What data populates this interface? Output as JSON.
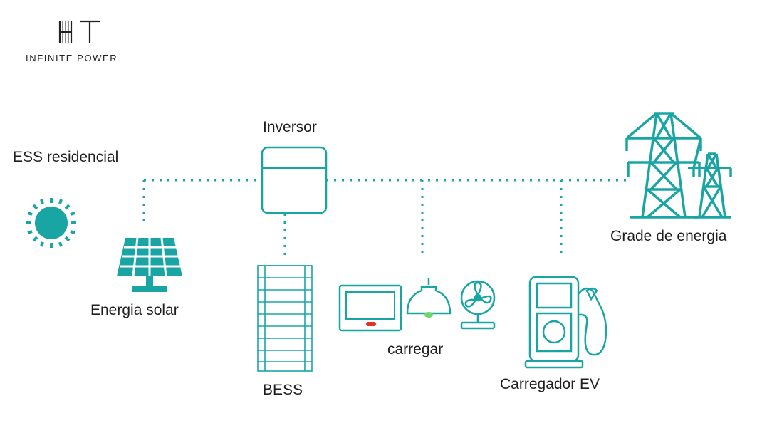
{
  "logo": {
    "mark": "HT",
    "tagline": "INFINITE POWER"
  },
  "colors": {
    "accent": "#1aa5a5",
    "led": "#e2321e",
    "bulb": "#6ed66e"
  },
  "labels": {
    "residential": "ESS residencial",
    "inverter": "Inversor",
    "grid": "Grade de energia",
    "solar": "Energia solar",
    "bess": "BESS",
    "load": "carregar",
    "ev_charger": "Carregador EV"
  },
  "icons": [
    "sun-icon",
    "solar-panel-icon",
    "inverter-icon",
    "battery-stack-icon",
    "monitor-icon",
    "ceiling-lamp-icon",
    "fan-icon",
    "ev-charger-icon",
    "power-tower-icon"
  ]
}
